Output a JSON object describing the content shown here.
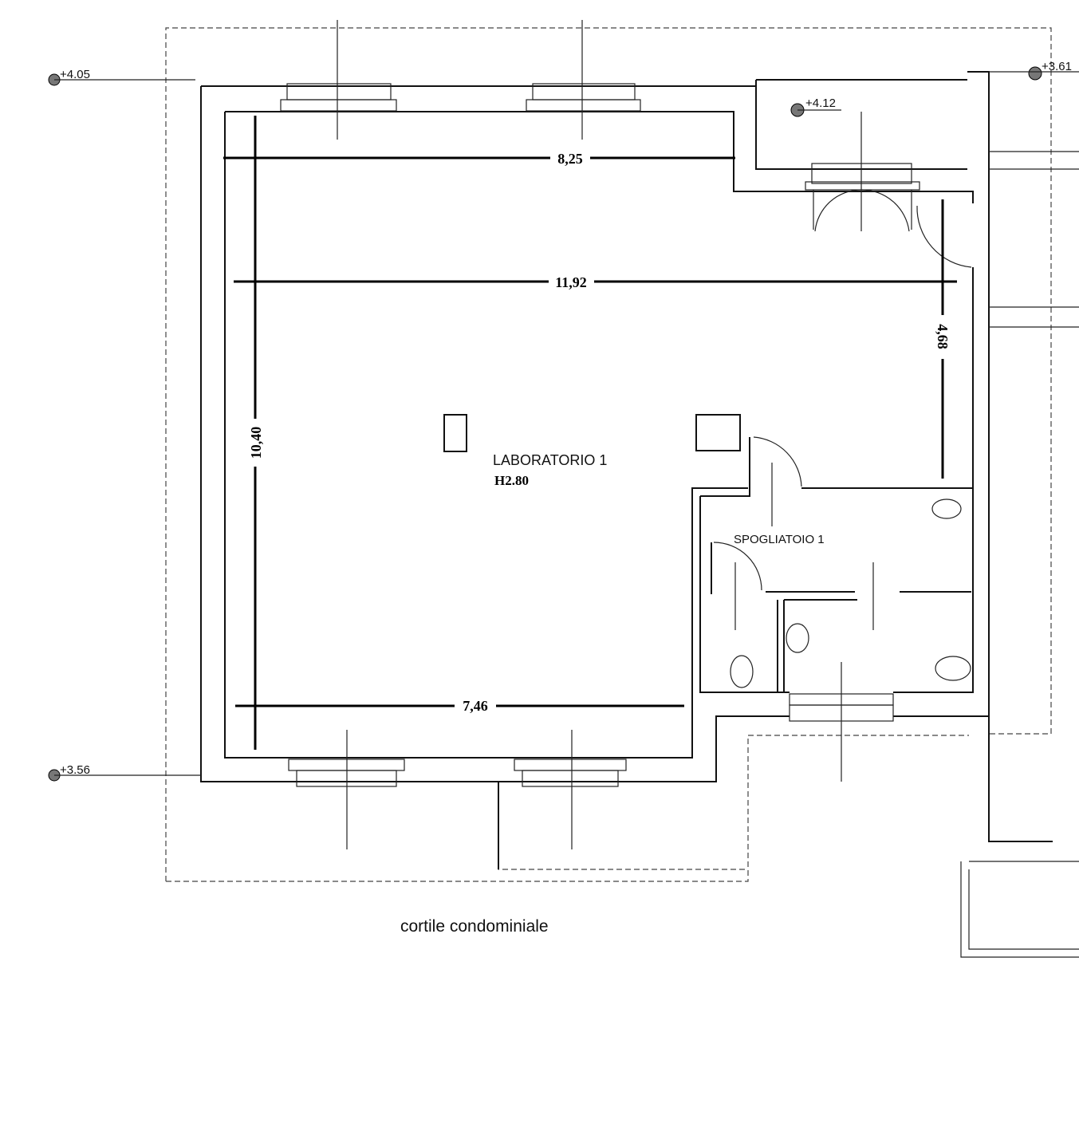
{
  "elevations": {
    "nw": "+4.05",
    "terrace": "+4.12",
    "ne": "+3.61",
    "sw": "+3.56"
  },
  "dimensions": {
    "top_width": "8,25",
    "mid_width": "11,92",
    "right_height": "4,68",
    "left_height": "10,40",
    "bottom_width": "7,46"
  },
  "rooms": {
    "lab_name": "LABORATORIO 1",
    "lab_height": "H2.80",
    "changing_room": "SPOGLIATOIO 1"
  },
  "courtyard_label": "cortile condominiale"
}
